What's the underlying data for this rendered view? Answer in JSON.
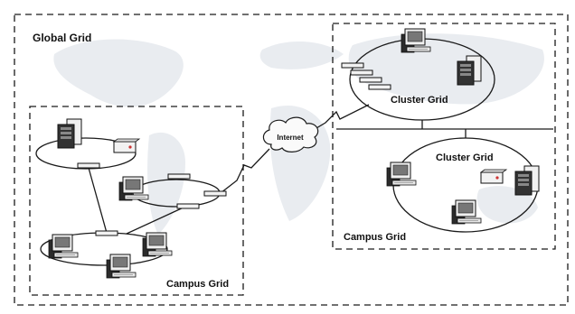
{
  "labels": {
    "global_grid": "Global Grid",
    "campus_grid_left": "Campus Grid",
    "campus_grid_right": "Campus Grid",
    "cluster_grid_top": "Cluster Grid",
    "cluster_grid_bottom": "Cluster Grid",
    "internet": "Internet"
  },
  "colors": {
    "line": "#1a1a1a",
    "map": "#e9ecf0",
    "device_light": "#f2f2f2",
    "device_dark": "#2a2a2a"
  }
}
